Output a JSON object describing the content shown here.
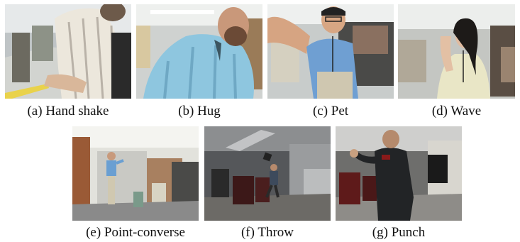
{
  "figure": {
    "panels": [
      {
        "id": "a",
        "caption": "(a) Hand shake"
      },
      {
        "id": "b",
        "caption": "(b) Hug"
      },
      {
        "id": "c",
        "caption": "(c) Pet"
      },
      {
        "id": "d",
        "caption": "(d) Wave"
      },
      {
        "id": "e",
        "caption": "(e) Point-converse"
      },
      {
        "id": "f",
        "caption": "(f) Throw"
      },
      {
        "id": "g",
        "caption": "(g) Punch"
      }
    ]
  }
}
